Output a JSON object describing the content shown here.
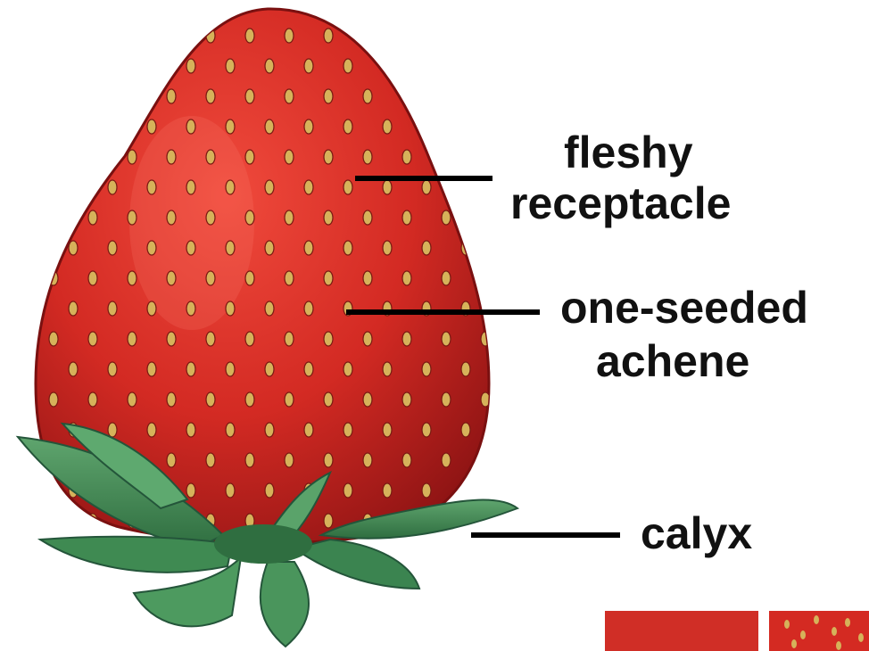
{
  "labels": {
    "receptacle_line1": "fleshy",
    "receptacle_line2": "receptacle",
    "achene_line1": "one-seeded",
    "achene_line2": "achene",
    "calyx": "calyx"
  },
  "colors": {
    "background": "#ffffff",
    "label_text": "#111111",
    "leader_line": "#000000",
    "berry_red": "#d32a23",
    "berry_dark": "#8f1414",
    "seed_yellow": "#d6b25a",
    "calyx_green": "#3f8a52",
    "calyx_dark": "#2a5e38"
  }
}
